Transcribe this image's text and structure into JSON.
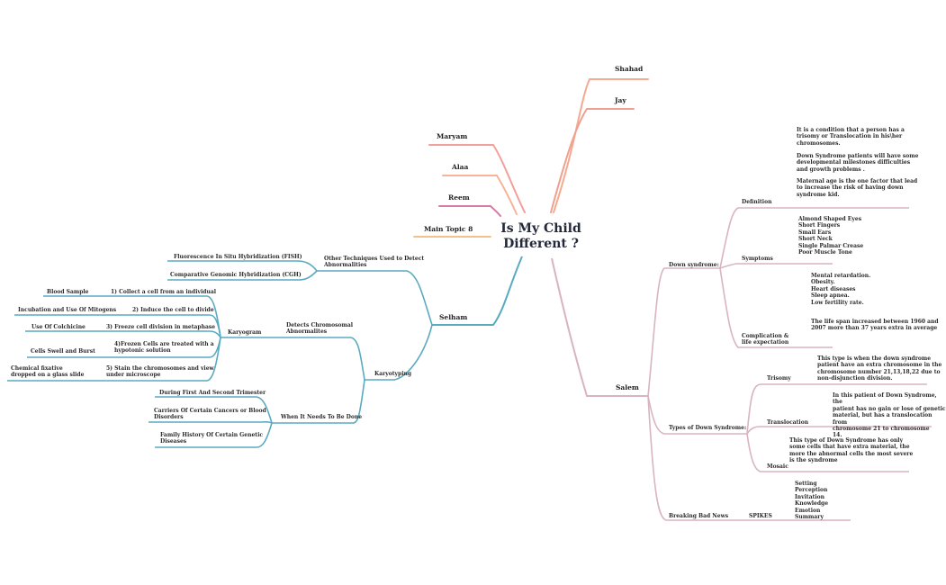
{
  "center": {
    "title": "Is My Child\nDifferent ?"
  },
  "colors": {
    "salem": "#d8b4c1",
    "selham": "#5aaac0",
    "shahad": "#f4a990",
    "jay": "#f0a08f",
    "maryam": "#f2a09c",
    "alaa": "#f5b497",
    "reem": "#d97aa6",
    "main8": "#f5c08c"
  },
  "top": {
    "shahad": "Shahad",
    "jay": "Jay",
    "maryam": "Maryam",
    "alaa": "Alaa",
    "reem": "Reem",
    "main8": "Main Topic 8"
  },
  "selham": {
    "label": "Selham",
    "other": {
      "label": "Other Techniques Used to Detect\nAbnormalities",
      "fish": "Fluorescence In Situ Hybridization  (FISH)",
      "cgh": "Comparative Genomic Hybridization  (CGH)"
    },
    "karyotyping": {
      "label": "Karyotyping",
      "detects": "Detects Chromosomal\nAbnormalites",
      "karyogram": "Karyogram",
      "steps": [
        {
          "step": "1) Collect a cell from an individual",
          "detail": "Blood Sample"
        },
        {
          "step": "2) Induce the cell to divide",
          "detail": "Incubation and Use Of Mitogens"
        },
        {
          "step": "3) Freeze cell division in metaphase",
          "detail": "Use Of Colchicine"
        },
        {
          "step": "4)Frozen Cells are treated with a\nhypotonic solution",
          "detail": "Cells Swell and Burst"
        },
        {
          "step": "5) Stain the chromosomes and view\nunder microscope",
          "detail": "Chemical fixative\ndropped on a glass slide"
        }
      ],
      "when": "When It Needs To Be Done",
      "when_items": [
        "During First And Second Trimester",
        "Carriers Of Certain Cancers or Blood\nDisorders",
        "Family History Of Certain Genetic\nDiseases"
      ]
    }
  },
  "salem": {
    "label": "Salem",
    "down": {
      "label": "Down syndrome:",
      "definition": "Definition",
      "definition_texts": [
        "It is a condition that a person has a\ntrisomy or Translocation in his\\her\nchromosomes.",
        "Down Syndrome patients will have some\ndevelopmental milestones difficulties\nand growth problems .",
        "Maternal age is the one factor that lead\nto increase  the risk of having down\nsyndrome kid."
      ],
      "symptoms": "Symptoms",
      "symptoms_text": "Almond Shaped Eyes\nShort Fingers\nSmall Ears\nShort Neck\nSingle Palmar Crease\nPoor Muscle Tone",
      "complication": "Complication &\nlife expectation",
      "complication_text1": "Mental retardation.\nObesity.\nHeart diseases\nSleep apnea.\nLow fertility rate.",
      "complication_text2": "The life span increased between 1960 and\n2007 more than 37 years extra in average"
    },
    "types": {
      "label": "Types of Down Syndrome:",
      "trisomy": "Trisomy",
      "trisomy_text": "This type is when the down syndrome\npatient have an extra chromosome in the\nchromosome number 21,13,18,22  due to\nnon-disjunction division.",
      "translocation": "Translocation",
      "translocation_text": "In this patient of Down Syndrome,  the\npatient has no gain or lose of genetic\nmaterial, but has a translocation from\nchromosome 21 to chromosome\n14.",
      "mosaic": "Mosaic",
      "mosaic_text": "This type of Down Syndrome has only\nsome cells that have extra material, the\nmore the abnormal cells the most severe\nis the syndrome"
    },
    "bad_news": {
      "label": "Breaking Bad News",
      "spikes": "SPIKES",
      "spikes_text": "Setting\nPerception\nInvitation\nKnowledge\nEmotion\nSummary"
    }
  }
}
